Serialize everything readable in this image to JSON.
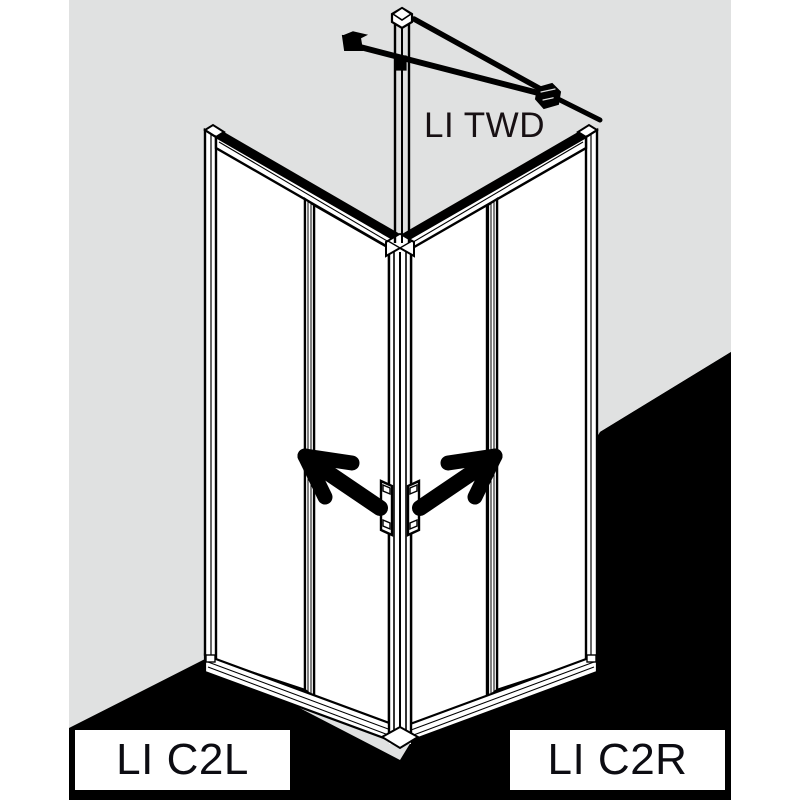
{
  "diagram": {
    "title": "Shower enclosure corner entry - product variant diagram",
    "background_color": "#e0e1e1",
    "floor_color": "#000000",
    "outline_color": "#000000",
    "glass_color": "#ffffff",
    "page_color": "#ffffff"
  },
  "labels": {
    "top": {
      "text": "LI TWD",
      "color": "#171013",
      "describes": "side-panel-with-stabilizer-bar"
    },
    "bottom_left": {
      "text": "LI C2L",
      "color": "#0c0c12",
      "box_color": "#ffffff",
      "describes": "left-corner-entry-sliding-door"
    },
    "bottom_right": {
      "text": "LI C2R",
      "color": "#0c0c12",
      "box_color": "#ffffff",
      "describes": "right-corner-entry-sliding-door"
    }
  },
  "arrows": {
    "left": {
      "direction": "up-left",
      "meaning": "left door slides open toward upper left"
    },
    "right": {
      "direction": "up-right",
      "meaning": "right door slides open toward upper right"
    }
  },
  "parts": [
    {
      "name": "stabilizer-bar",
      "label": "LI TWD"
    },
    {
      "name": "left-door-panel",
      "label": "LI C2L"
    },
    {
      "name": "right-door-panel",
      "label": "LI C2R"
    }
  ]
}
